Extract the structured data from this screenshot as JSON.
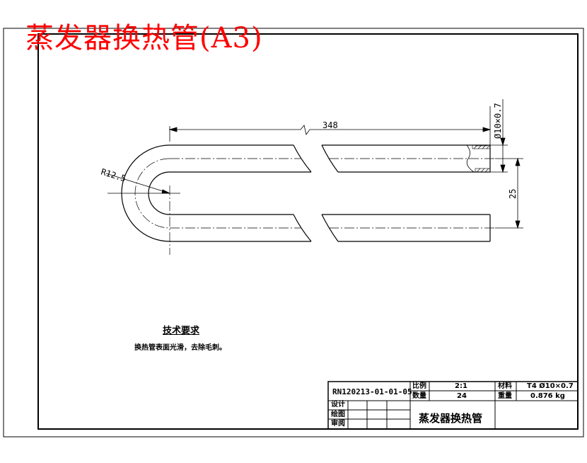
{
  "header": {
    "red_title": "蒸发器换热管(A3)"
  },
  "dimensions": {
    "length": "348",
    "radius": "R12.5",
    "diameter": "Ø10×0.7",
    "spacing": "25"
  },
  "technical": {
    "title": "技术要求",
    "text": "换热管表面光滑，去除毛刺。"
  },
  "title_block": {
    "drawing_no": "RN120213-01-01-05",
    "scale_label": "比例",
    "scale_value": "2:1",
    "material_label": "材料",
    "material_value": "T4 Ø10×0.7",
    "qty_label": "数量",
    "qty_value": "24",
    "weight_label": "重量",
    "weight_value": "0.876 kg",
    "design_label": "设计",
    "draw_label": "绘图",
    "review_label": "审阅",
    "part_name": "蒸发器换热管"
  }
}
